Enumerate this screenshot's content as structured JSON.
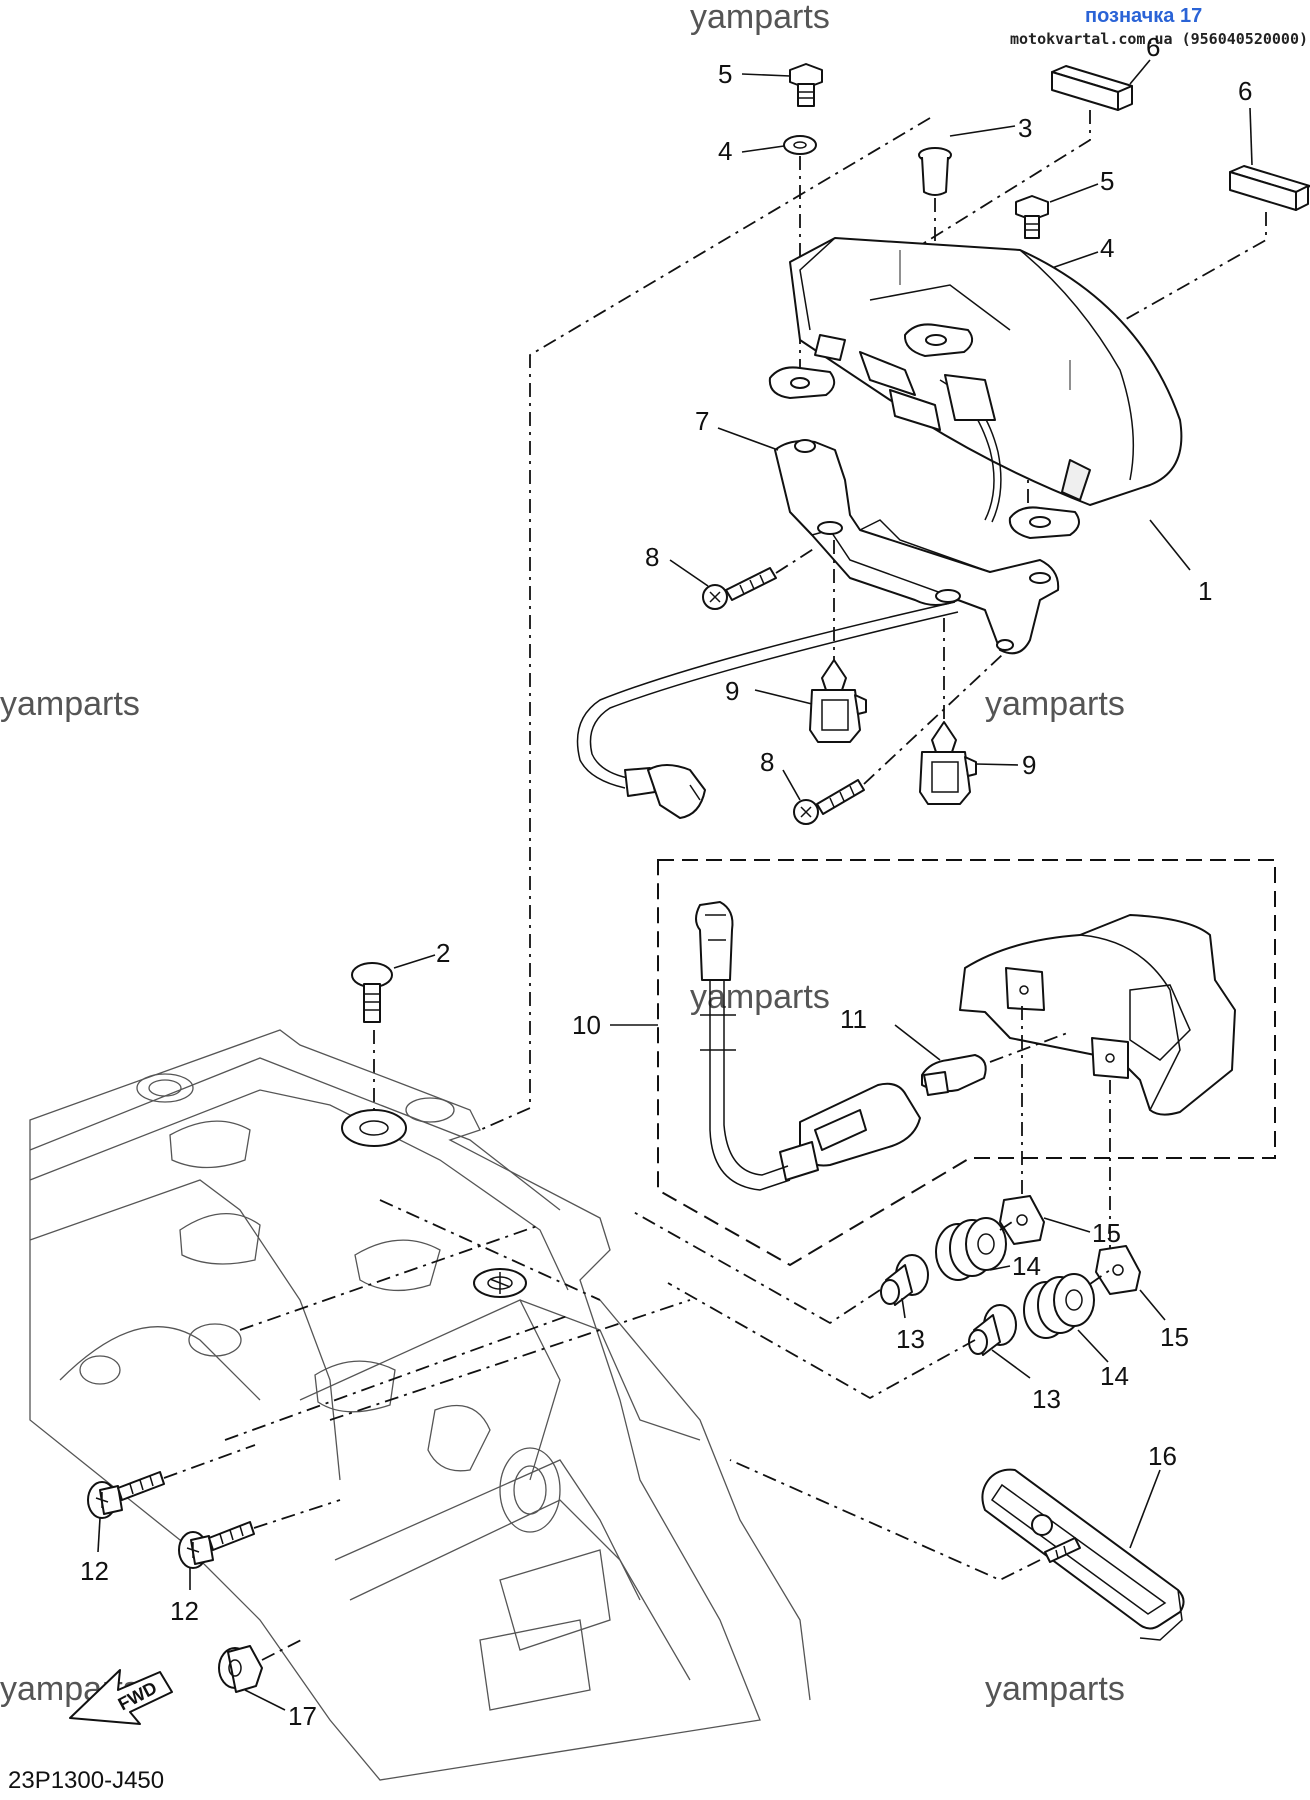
{
  "header": {
    "tag": "позначка 17",
    "source": "motokvartal.com.ua (956040520000)"
  },
  "watermarks": [
    "yamparts",
    "yamparts",
    "yamparts",
    "yamparts",
    "yamparts",
    "yamparts"
  ],
  "diagram_code": "23P1300-J450",
  "fwd_label": "FWD",
  "callouts": {
    "c1": "1",
    "c2": "2",
    "c3": "3",
    "c4a": "4",
    "c4b": "4",
    "c5a": "5",
    "c5b": "5",
    "c6a": "6",
    "c6b": "6",
    "c7": "7",
    "c8a": "8",
    "c8b": "8",
    "c9a": "9",
    "c9b": "9",
    "c10": "10",
    "c11": "11",
    "c12a": "12",
    "c12b": "12",
    "c13a": "13",
    "c13b": "13",
    "c14a": "14",
    "c14b": "14",
    "c15a": "15",
    "c15b": "15",
    "c16": "16",
    "c17": "17"
  }
}
